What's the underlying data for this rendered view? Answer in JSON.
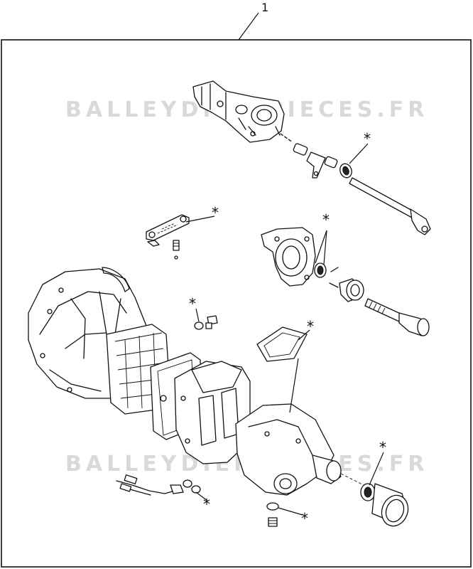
{
  "callout_number": "1",
  "marker_symbol": "*",
  "watermark_top": "BALLEYDIER-PIECES.FR",
  "watermark_bottom": "BALLEYDIER-PIECES.FR",
  "colors": {
    "ink": "#111111",
    "watermark": "#d3d3d3",
    "background": "#ffffff"
  }
}
